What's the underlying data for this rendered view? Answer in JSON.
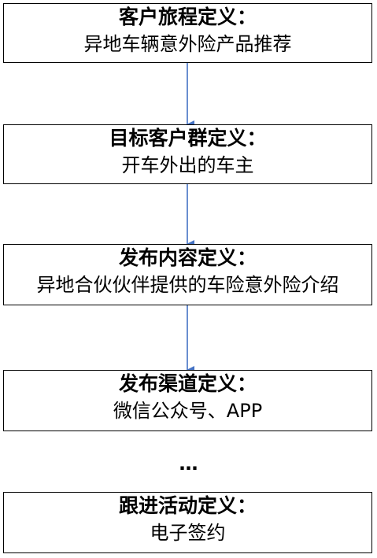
{
  "steps": [
    {
      "title": "客户旅程定义：",
      "body": "异地车辆意外险产品推荐"
    },
    {
      "title": "目标客户群定义：",
      "body": "开车外出的车主"
    },
    {
      "title": "发布内容定义：",
      "body": "异地合伙伙伴提供的车险意外险介绍"
    },
    {
      "title": "发布渠道定义：",
      "body": "微信公众号、APP"
    },
    {
      "title": "跟进活动定义：",
      "body": "电子签约"
    }
  ],
  "ellipsis": "…",
  "colors": {
    "arrow": "#4472C4",
    "border": "#000000"
  }
}
